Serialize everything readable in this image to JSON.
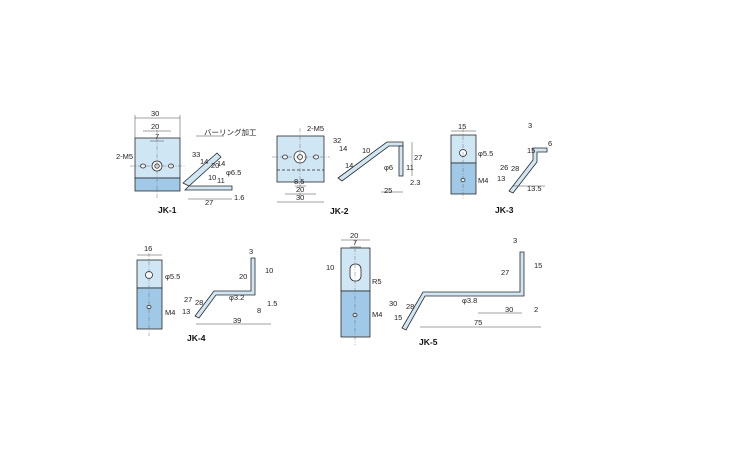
{
  "captions": {
    "jk1": "JK-1",
    "jk2": "JK-2",
    "jk3": "JK-3",
    "jk4": "JK-4",
    "jk5": "JK-5"
  },
  "jk1": {
    "w30": "30",
    "w20": "20",
    "w7": "7",
    "thread": "2-M5",
    "burring": "バーリング加工",
    "d33": "33",
    "d14a": "14",
    "d20": "20",
    "d14b": "14",
    "d10": "10",
    "phi": "φ6.5",
    "d11": "11",
    "d16": "1.6",
    "d27": "27"
  },
  "jk2": {
    "thread": "2-M5",
    "d32": "32",
    "d14a": "14",
    "d10": "10",
    "d14b": "14",
    "w85": "8.5",
    "w20": "20",
    "w30": "30",
    "phi": "φ6",
    "d27": "27",
    "d11": "11",
    "d23": "2.3",
    "d25": "25"
  },
  "jk3": {
    "w15": "15",
    "phi": "φ5.5",
    "m4": "M4",
    "d3": "3",
    "d6": "6",
    "d15": "15",
    "d26": "26",
    "d13": "13",
    "d28": "28",
    "d135": "13.5"
  },
  "jk4": {
    "w16": "16",
    "phi": "φ5.5",
    "m4": "M4",
    "d3": "3",
    "d20": "20",
    "d10": "10",
    "phi32": "φ3.2",
    "d27": "27",
    "d13": "13",
    "d28": "28",
    "d8": "8",
    "d15": "1.5",
    "d39": "39"
  },
  "jk5": {
    "w20": "20",
    "w7": "7",
    "d10": "10",
    "r5": "R5",
    "m4": "M4",
    "d3": "3",
    "d27": "27",
    "d15": "15",
    "d30a": "30",
    "d15b": "15",
    "d28": "28",
    "phi38": "φ3.8",
    "d30b": "30",
    "d2": "2",
    "d75": "75"
  }
}
